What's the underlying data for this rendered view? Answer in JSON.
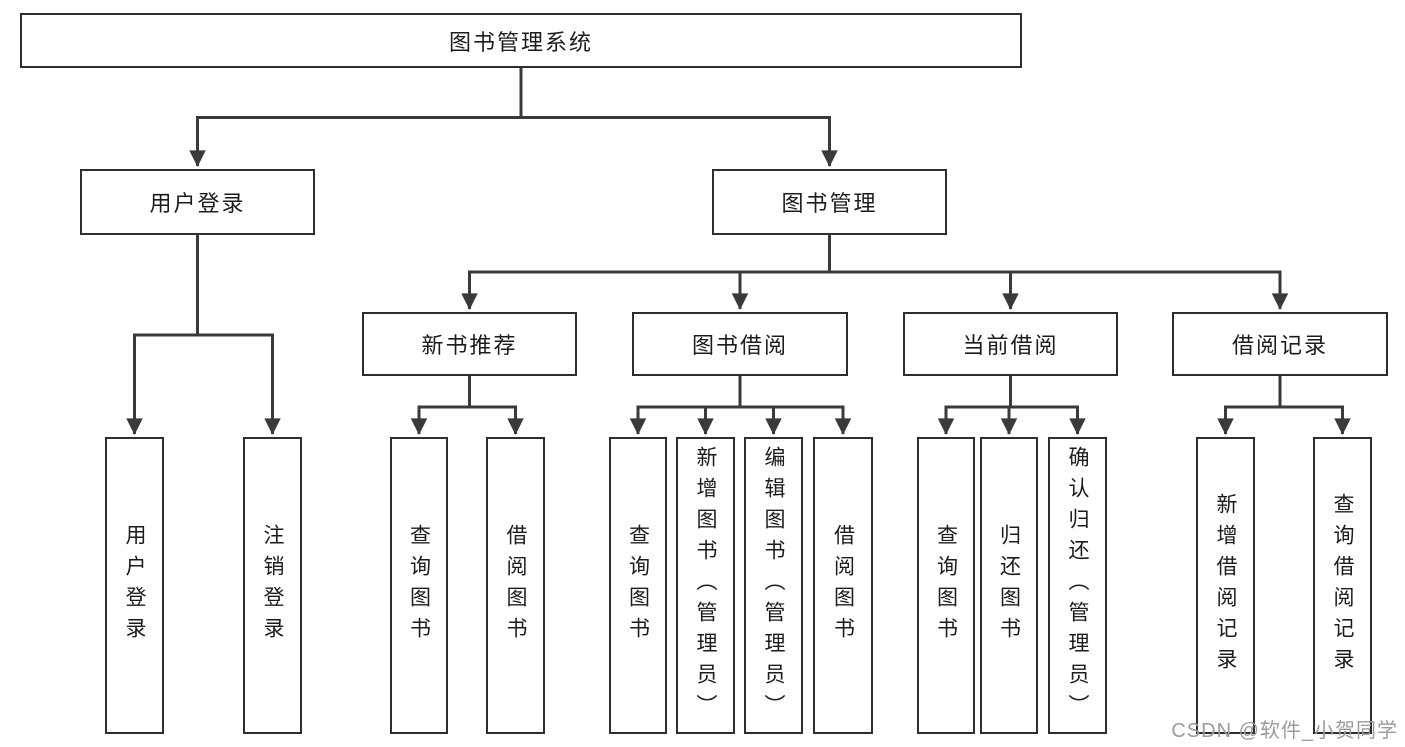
{
  "root": {
    "label": "图书管理系统"
  },
  "level2": {
    "user_login": {
      "label": "用户登录"
    },
    "book_mgmt": {
      "label": "图书管理"
    }
  },
  "level3": {
    "recommend": {
      "label": "新书推荐"
    },
    "borrow": {
      "label": "图书借阅"
    },
    "current": {
      "label": "当前借阅"
    },
    "records": {
      "label": "借阅记录"
    }
  },
  "leaves": {
    "login": [
      "用户登录",
      "注销登录"
    ],
    "recommend": [
      "查询图书",
      "借阅图书"
    ],
    "borrow": [
      "查询图书",
      "新增图书（管理员）",
      "编辑图书（管理员）",
      "借阅图书"
    ],
    "current": [
      "查询图书",
      "归还图书",
      "确认归还（管理员）"
    ],
    "records": [
      "新增借阅记录",
      "查询借阅记录"
    ]
  },
  "watermark": "CSDN @软件_小贺同学",
  "colors": {
    "line": "#3a3a3a",
    "border": "#2e2e2e",
    "text": "#1c1c1c",
    "watermark": "#9b9b9b",
    "background": "#ffffff"
  }
}
